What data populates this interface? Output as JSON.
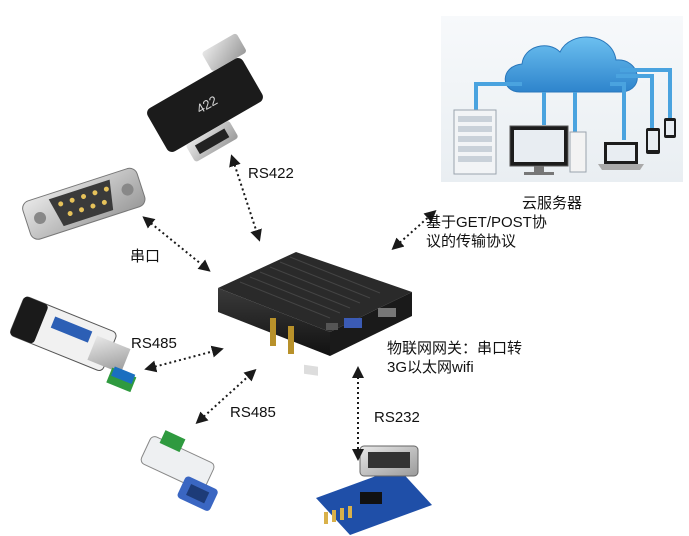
{
  "labels": {
    "rs422": "RS422",
    "serial": "串口",
    "rs485_a": "RS485",
    "rs485_b": "RS485",
    "rs232": "RS232",
    "cloud_server": "云服务器",
    "protocol_line1": "基于GET/POST协",
    "protocol_line2": "议的传输协议",
    "gateway_line1": "物联网网关：串口转",
    "gateway_line2": "3G以太网wifi"
  },
  "device_marks": {
    "adapter_422": "422"
  },
  "colors": {
    "cloud_blue": "#3a8fd0",
    "cloud_light": "#5fb3e8",
    "link_line": "#1a1a1a",
    "gateway_body": "#1e1e1e",
    "board_blue": "#1f4fa8",
    "terminal_green": "#2f9a3f"
  }
}
